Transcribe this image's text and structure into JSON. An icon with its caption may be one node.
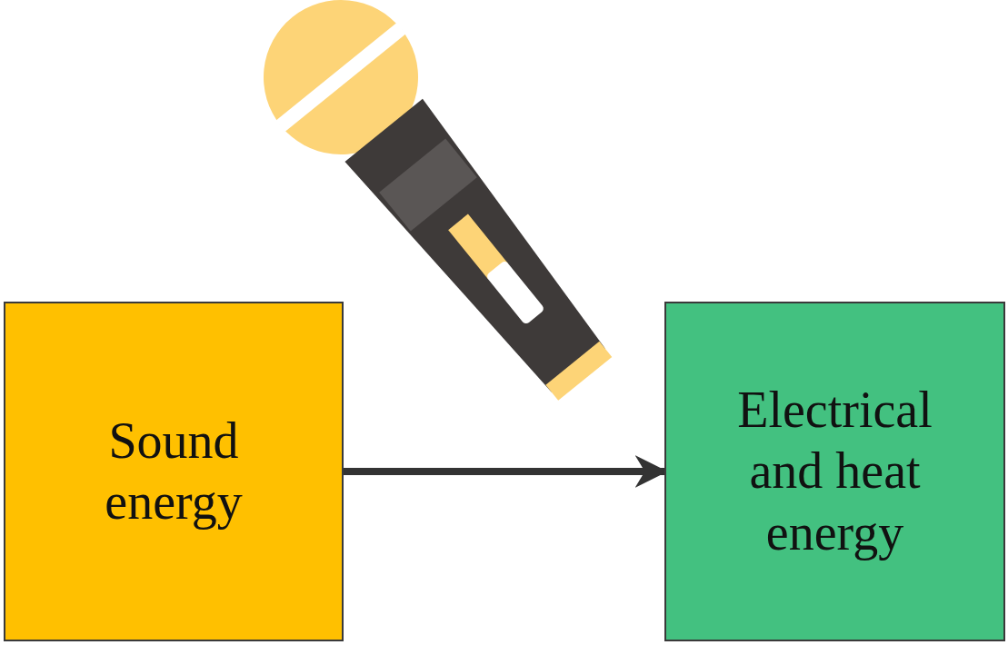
{
  "diagram": {
    "nodes": [
      {
        "text": [
          "Sound energy"
        ]
      },
      {
        "text": [
          "Electrical and heat energy"
        ]
      }
    ],
    "edges": [
      {
        "from": 0,
        "to": 1,
        "arrow": "to"
      }
    ]
  }
}
